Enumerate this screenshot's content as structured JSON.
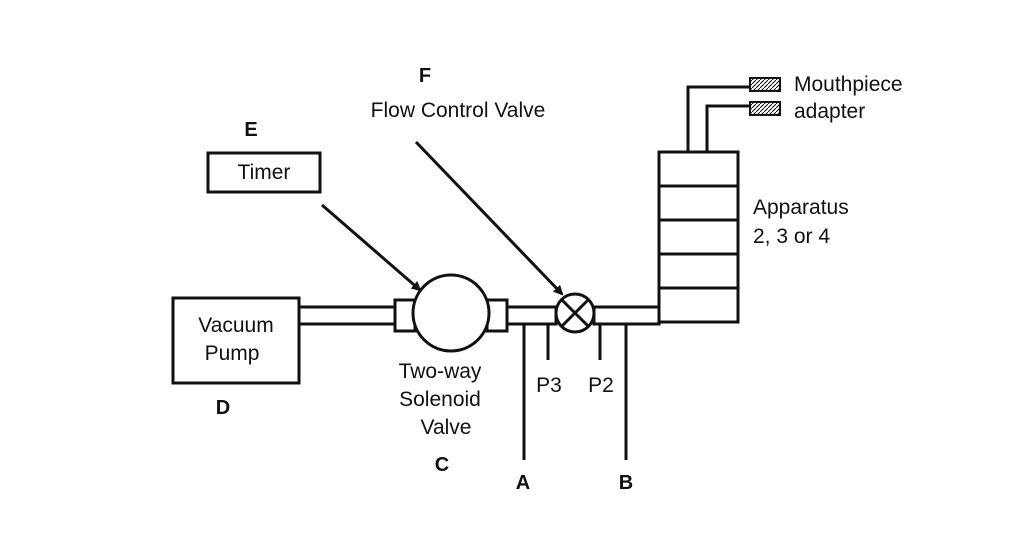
{
  "labels": {
    "e": "E",
    "timer": "Timer",
    "f": "F",
    "flow_control_valve": "Flow Control Valve",
    "mouthpiece": "Mouthpiece",
    "adapter": "adapter",
    "apparatus_line1": "Apparatus",
    "apparatus_line2": "2, 3 or 4",
    "vacuum_line1": "Vacuum",
    "vacuum_line2": "Pump",
    "d": "D",
    "solenoid_line1": "Two-way",
    "solenoid_line2": "Solenoid",
    "solenoid_line3": "Valve",
    "c": "C",
    "p3": "P3",
    "p2": "P2",
    "a": "A",
    "b": "B"
  }
}
